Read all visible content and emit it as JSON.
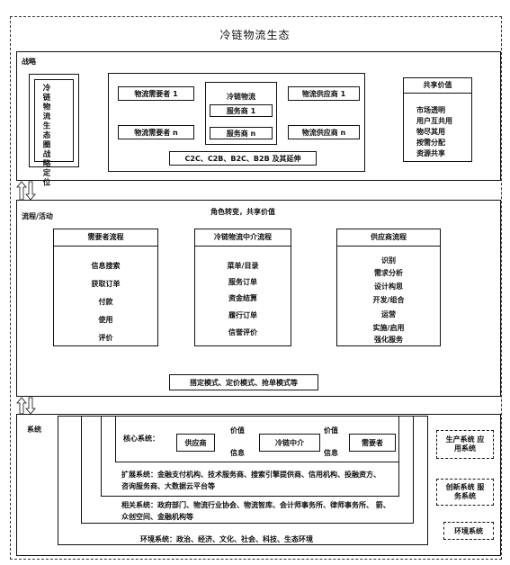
{
  "title": "冷链物流生态",
  "strategy": {
    "label": "战略",
    "left_box": "冷链物流生态圈战略定位",
    "demander_1": "物流需要者 1",
    "demander_n": "物流需要者 n",
    "center_title": "冷链物流",
    "service_1": "服务商 1",
    "service_n": "服务商 n",
    "supplier_1": "物流供应商 1",
    "supplier_n": "物流供应商 n",
    "modes": "C2C、C2B、B2C、B2B 及其延伸",
    "share_title": "共享价值",
    "share_items": [
      "市场透明",
      "用户互共用",
      "物尽其用",
      "按需分配",
      "资源共享"
    ]
  },
  "process": {
    "label": "流程/活动",
    "top_note": "角色转变，共享价值",
    "demand_title": "需要者流程",
    "demand_items": [
      "信息搜索",
      "获取订单",
      "付款",
      "使用",
      "评价"
    ],
    "middle_title": "冷链物流中介流程",
    "middle_items": [
      "菜单/目录",
      "服务订单",
      "资金结算",
      "履行订单",
      "信誉评价"
    ],
    "supply_title": "供应商流程",
    "supply_items": [
      "识别",
      "需求分析",
      "设计构思",
      "开发/组合",
      "运营",
      "实施/启用",
      "强化服务"
    ],
    "bottom_box": "搭定模式、定价模式、抢单模式等"
  },
  "system": {
    "label": "系统",
    "core_label": "核心系统：",
    "supplier": "供应商",
    "intermediary": "冷链中介",
    "demander": "需要者",
    "value_1": "价值",
    "info_1": "信息",
    "value_2": "价值",
    "info_2": "信息",
    "extension": "扩展系统：金融支付机构、技术服务商、搜索引擎提供商、信用机构、投融资方、咨询服务商、大数据云平台等",
    "related": "相关系统：政府部门、物流行业协会、物流智库、会计师事务所、律师事务所、 箭、众创空间、金融机构等",
    "environment": "环境系统：政治、经济、文化、社会、科技、生态环境",
    "side_1": "生产系统 应用系统",
    "side_2": "创新系统 服务系统",
    "side_3": "环境系统"
  }
}
